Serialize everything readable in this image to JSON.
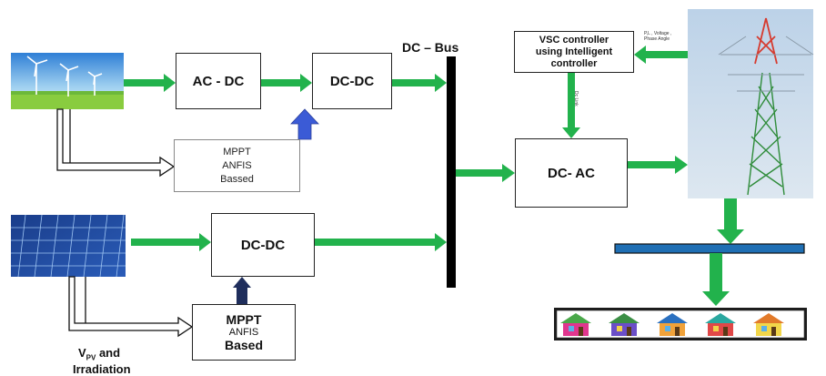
{
  "blocks": {
    "ac_dc": "AC - DC",
    "dc_dc_wind": "DC-DC",
    "mppt_wind": [
      "MPPT",
      "ANFIS",
      "Bassed"
    ],
    "dc_dc_pv": "DC-DC",
    "mppt_pv": [
      "MPPT",
      "ANFIS",
      "Based"
    ],
    "vsc_controller": [
      "VSC controller",
      "using Intelligent",
      "controller"
    ],
    "dc_ac": "DC- AC"
  },
  "labels": {
    "dc_bus": "DC – Bus",
    "vpv": "V",
    "vpv_sub": "PV",
    "vpv_rest": " and",
    "irradiation": "Irradiation",
    "grid_signal": [
      "P,L , Voltage ,",
      "Phase Angle"
    ],
    "vertical_signal": "Dc Link"
  },
  "colors": {
    "arrow_green": "#22b24c",
    "wind_mppt_arrow": "#3b5bd6",
    "pv_mppt_arrow": "#1f2e5c",
    "bus": "#000000",
    "grid_bus": "#1f6fb4",
    "houses_strip": "#1b1b1b"
  }
}
